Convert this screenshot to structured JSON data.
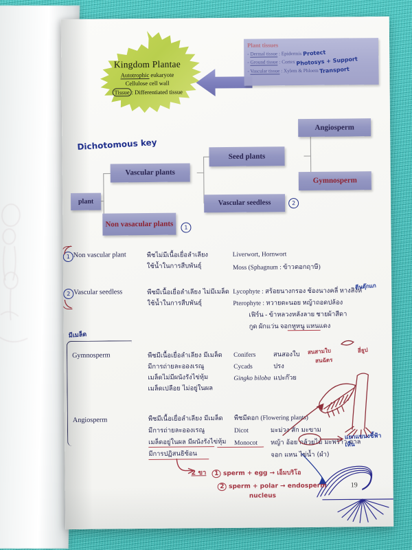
{
  "scene": {
    "background_color": "#35bab6",
    "page_color": "#f8f8f5",
    "description": "Photo of an open notebook on a teal towel"
  },
  "star_badge": {
    "title": "Kingdom Plantae",
    "line1": "Autotrophic eukaryote",
    "line2": "Cellulose cell wall",
    "line3_tag": "Tissue",
    "line3": ": Differentiated tissue",
    "color": "#c3d455"
  },
  "tissue_box": {
    "heading": "Plant tissues",
    "rows": [
      {
        "term": "Dermal tissue",
        "value": ": Epidermis",
        "note": "Protect"
      },
      {
        "term": "Ground tissue",
        "value": ": Cortex",
        "note": "Photosys + Support"
      },
      {
        "term": "Vascular tissue",
        "value": ": Xylem & Phloem",
        "note": "Transport"
      }
    ],
    "color": "#a6a8ce"
  },
  "dichotomous_key": {
    "label": "Dichotomous key",
    "nodes": [
      {
        "id": "plant",
        "label": "plant",
        "red": false
      },
      {
        "id": "vascular",
        "label": "Vascular plants",
        "red": false
      },
      {
        "id": "nonvascular",
        "label": "Non vasacular plants",
        "red": true,
        "marker": "1"
      },
      {
        "id": "seed",
        "label": "Seed plants",
        "red": false
      },
      {
        "id": "seedless",
        "label": "Vascular seedless",
        "red": false,
        "marker": "2"
      },
      {
        "id": "angiosperm",
        "label": "Angiosperm",
        "red": false
      },
      {
        "id": "gymnosperm",
        "label": "Gymnosperm",
        "red": true
      }
    ],
    "box_color": "#9396c2"
  },
  "table": {
    "groups": [
      {
        "marker": "1",
        "name": "Non vascular plant",
        "thai": [
          "พืชไม่มีเนื้อเยื่อลำเลียง",
          "ใช้น้ำในการสืบพันธุ์"
        ],
        "examples": [
          "Liverwort, Hornwort",
          "Moss (Sphagnum : ข้าวตอกฤาษี)"
        ]
      },
      {
        "marker": "2",
        "name": "Vascular seedless",
        "thai": [
          "พืชมีเนื้อเยื่อลำเลียง ไม่มีเมล็ด",
          "ใช้น้ำในการสืบพันธุ์"
        ],
        "examples": [
          "Lycophyte : สร้อยนางกรอง ช้องนางคลี่ หางสิงห์",
          "Pterophyte : หวายตะนอย หญ้าถอดปล้อง",
          "เฟิร์น - ข้าหลวงหลังลาย ชายผ้าสีดา",
          "กูด ผักแว่น จอกหูหนู แหนแดง"
        ],
        "hand_note": "ตีนตุ๊กแก"
      },
      {
        "bracket_label": "มีเมล็ด",
        "name": "Gymnosperm",
        "thai": [
          "พืชมีเนื้อเยื่อลำเลียง มีเมล็ด",
          "มีการถ่ายละอองเรณู",
          "เมล็ดไม่มีผนังรังไข่หุ้ม",
          "เมล็ดเปลือย ไม่อยู่ในผล"
        ],
        "examples": [
          {
            "en": "Conifers",
            "th": "สนสองใบ"
          },
          {
            "en": "Cycads",
            "th": "ปรง"
          },
          {
            "en": "Gingko biloba",
            "th": "แปะก๊วย",
            "italic": true
          }
        ],
        "hand_notes": [
          "สนสามใบ",
          "สนฉัตร",
          "สี่ธูป"
        ]
      },
      {
        "name": "Angiosperm",
        "thai": [
          "พืชมีเนื้อเยื่อลำเลียง มีเมล็ด",
          "มีการถ่ายละอองเรณู",
          "เมล็ดอยู่ในผล มีผนังรังไข่หุ้ม",
          "มีการปฏิสนธิซ้อน"
        ],
        "examples": [
          {
            "en": "พืชมีดอก (Flowering plants)",
            "th": ""
          },
          {
            "en": "Dicot",
            "th": "มะม่วง สัก มะขาม"
          },
          {
            "en": "Monocot",
            "th": "หญ้า อ้อย กล้วยไม้ มะพร้าว ตาล"
          },
          {
            "en": "",
            "th": "จอก แหน ไข่น้ำ (ผำ)"
          }
        ],
        "hand_note_right": "แยกแขนงชี้ฟ้า\nเห็น"
      }
    ]
  },
  "bottom_note": {
    "arrow_label": "2 ขา",
    "items": [
      {
        "num": "1",
        "text": "sperm + egg",
        "arrow": "→",
        "result": "เอ็มบริโอ"
      },
      {
        "num": "2",
        "text": "sperm + polar",
        "text2": "nucleus",
        "arrow": "→",
        "result": "endosperm"
      }
    ],
    "ink_color": "#a33744"
  },
  "drawings": [
    {
      "name": "pine-leaf-sketch",
      "color": "#8e2f3a"
    },
    {
      "name": "palm-tree-sketch",
      "color": "#2b2b8c"
    }
  ],
  "page_number": "19"
}
